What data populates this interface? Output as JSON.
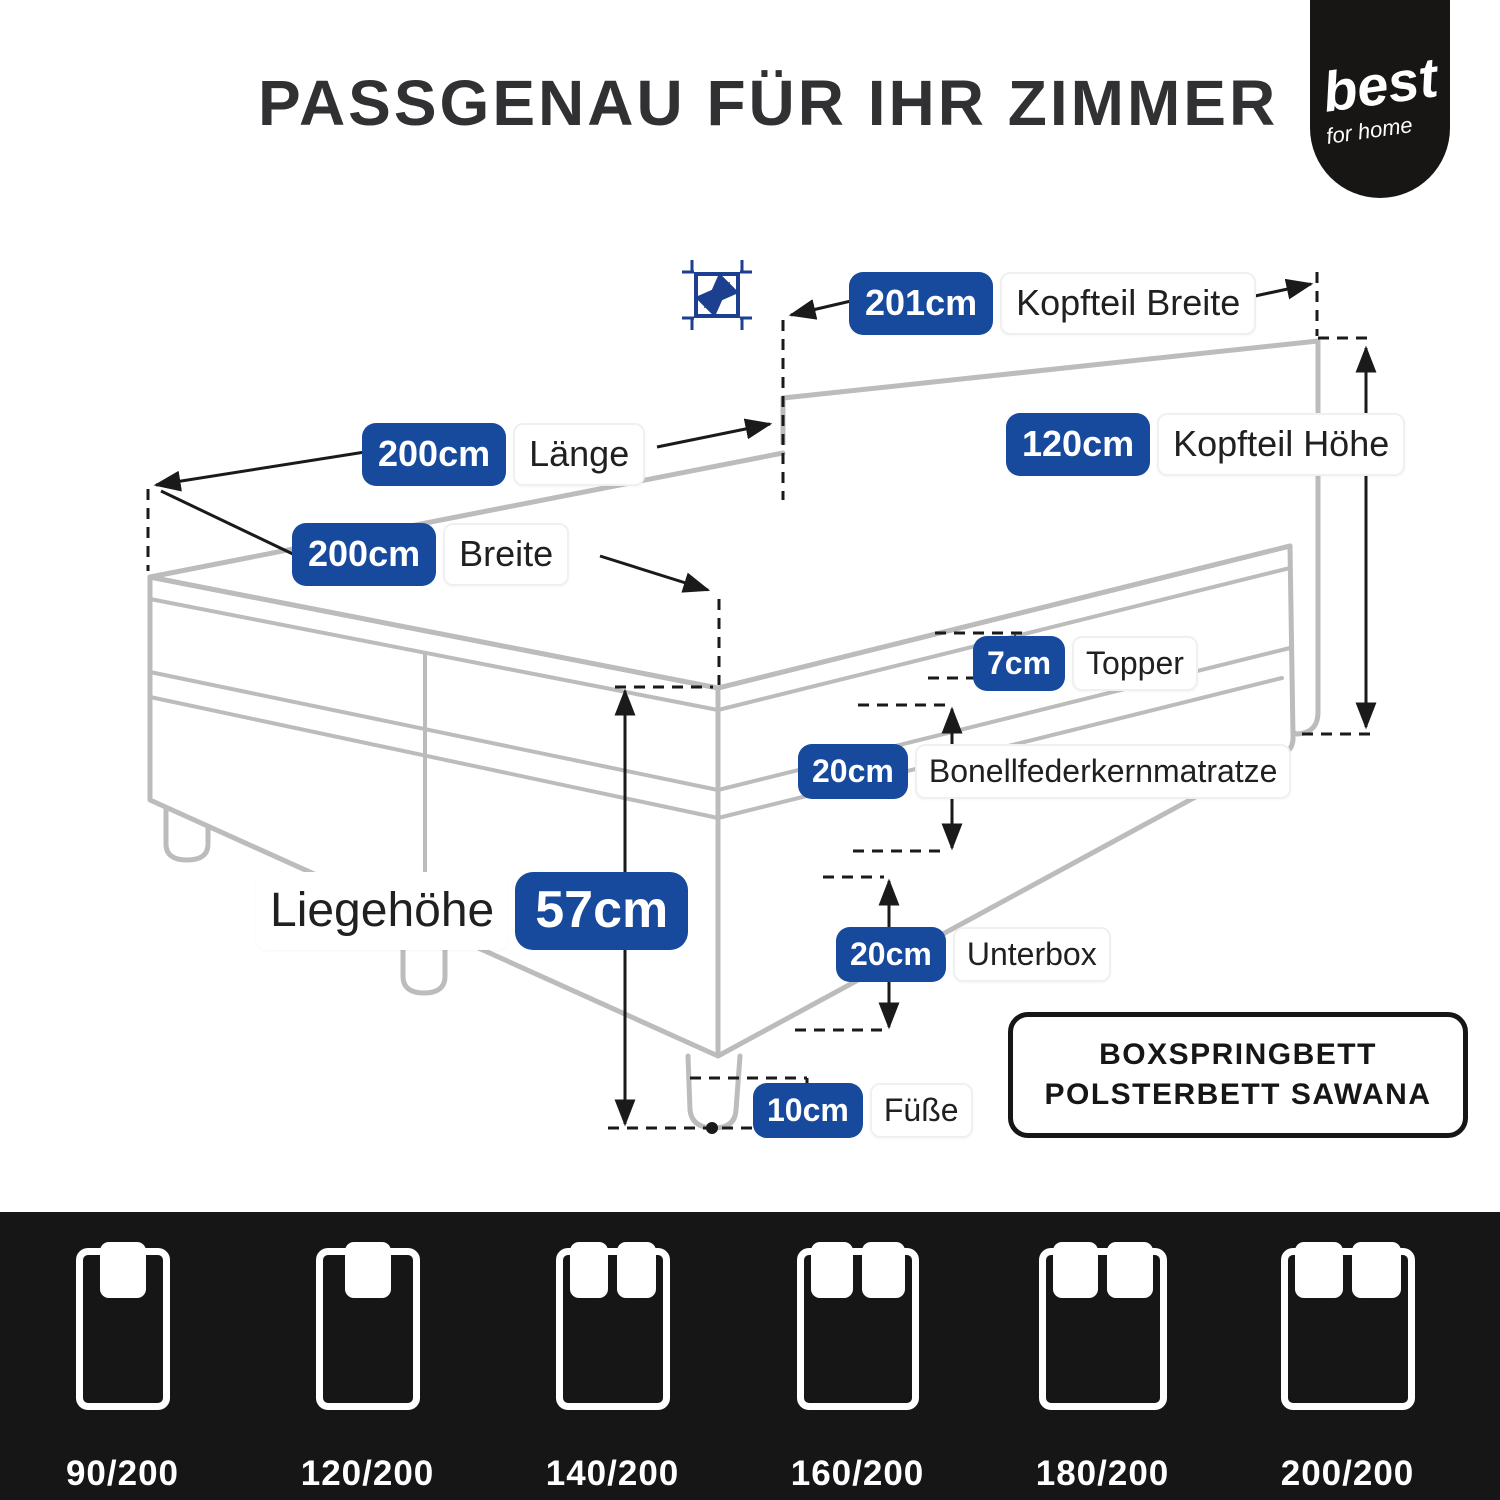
{
  "title": "PASSGENAU FÜR IHR ZIMMER",
  "logo": {
    "brand": "best",
    "tagline": "for home"
  },
  "icons": {
    "resize": "diagonal-resize"
  },
  "callouts": {
    "kopfteil_breite": {
      "value": "201cm",
      "label": "Kopfteil Breite"
    },
    "kopfteil_hoehe": {
      "value": "120cm",
      "label": "Kopfteil Höhe"
    },
    "laenge": {
      "value": "200cm",
      "label": "Länge"
    },
    "breite": {
      "value": "200cm",
      "label": "Breite"
    },
    "topper": {
      "value": "7cm",
      "label": "Topper"
    },
    "matratze": {
      "value": "20cm",
      "label": "Bonellfederkernmatratze"
    },
    "liegehoehe": {
      "label": "Liegehöhe",
      "value": "57cm"
    },
    "unterbox": {
      "value": "20cm",
      "label": "Unterbox"
    },
    "fuesse": {
      "value": "10cm",
      "label": "Füße"
    }
  },
  "product_box": {
    "line1": "BOXSPRINGBETT",
    "line2": "POLSTERBETT SAWANA"
  },
  "sizes": [
    {
      "label": "90/200",
      "pillows": 1
    },
    {
      "label": "120/200",
      "pillows": 1
    },
    {
      "label": "140/200",
      "pillows": 2
    },
    {
      "label": "160/200",
      "pillows": 2
    },
    {
      "label": "180/200",
      "pillows": 2
    },
    {
      "label": "200/200",
      "pillows": 2
    }
  ],
  "colors": {
    "accent_blue": "#17499c",
    "line_grey": "#bcbcbc",
    "strip_black": "#161616",
    "ink": "#1a1a1a"
  }
}
